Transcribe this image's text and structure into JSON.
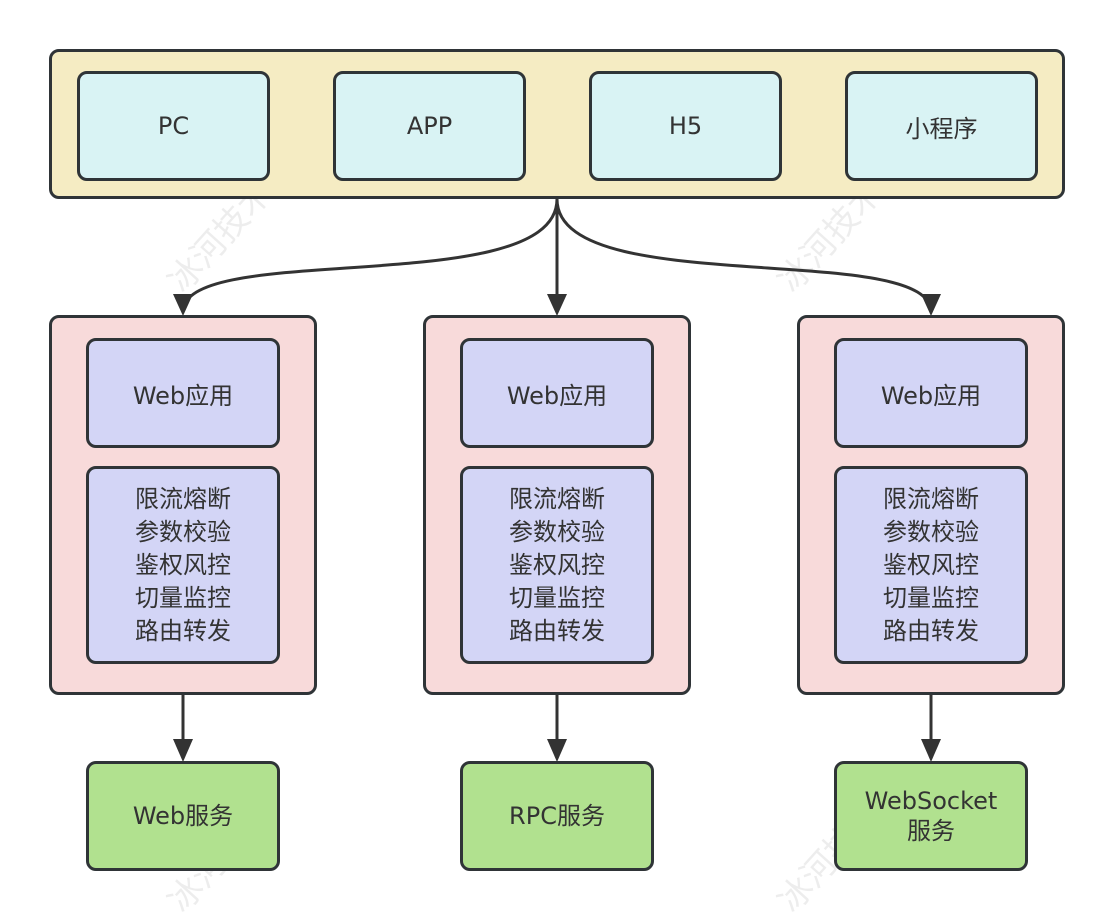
{
  "clients": {
    "items": [
      {
        "label": "PC"
      },
      {
        "label": "APP"
      },
      {
        "label": "H5"
      },
      {
        "label": "小程序"
      }
    ]
  },
  "gateways": [
    {
      "app_label": "Web应用",
      "features": [
        "限流熔断",
        "参数校验",
        "鉴权风控",
        "切量监控",
        "路由转发"
      ]
    },
    {
      "app_label": "Web应用",
      "features": [
        "限流熔断",
        "参数校验",
        "鉴权风控",
        "切量监控",
        "路由转发"
      ]
    },
    {
      "app_label": "Web应用",
      "features": [
        "限流熔断",
        "参数校验",
        "鉴权风控",
        "切量监控",
        "路由转发"
      ]
    }
  ],
  "services": [
    {
      "lines": [
        "Web服务"
      ]
    },
    {
      "lines": [
        "RPC服务"
      ]
    },
    {
      "lines": [
        "WebSocket",
        "服务"
      ]
    }
  ],
  "watermark": {
    "text": "冰河技术"
  },
  "colors": {
    "client_container": "#f5ecc3",
    "client_box": "#d9f3f4",
    "gateway_box": "#f8dada",
    "inner_box": "#d3d5f6",
    "service_box": "#b1e18f",
    "stroke": "#2f3437"
  }
}
